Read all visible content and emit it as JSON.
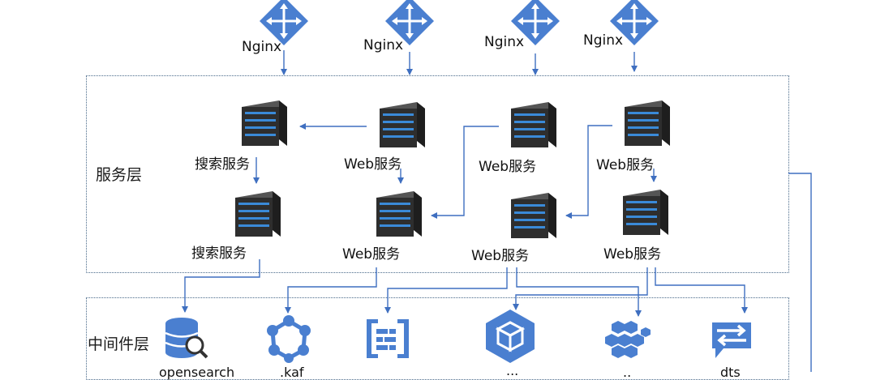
{
  "gateways": [
    {
      "label": "Nginx"
    },
    {
      "label": "Nginx"
    },
    {
      "label": "Nginx"
    },
    {
      "label": "Nginx"
    }
  ],
  "service_layer": {
    "label": "服务层",
    "top_nodes": [
      {
        "label": "搜索服务"
      },
      {
        "label": "Web服务"
      },
      {
        "label": "Web服务"
      },
      {
        "label": "Web服务"
      }
    ],
    "bottom_nodes": [
      {
        "label": "搜索服务"
      },
      {
        "label": "Web服务"
      },
      {
        "label": "Web服务"
      },
      {
        "label": "Web服务"
      }
    ]
  },
  "middleware_layer": {
    "label": "中间件层",
    "items": [
      {
        "icon": "database-search-icon",
        "label": "opensearch"
      },
      {
        "icon": "hexagon-network-icon",
        "label": ".kaf"
      },
      {
        "icon": "queue-bars-icon",
        "label": ""
      },
      {
        "icon": "cube-hexagon-icon",
        "label": "..."
      },
      {
        "icon": "cluster-grid-icon",
        "label": ".."
      },
      {
        "icon": "sync-chat-icon",
        "label": "dts"
      }
    ]
  },
  "colors": {
    "accent": "#4a7fd0",
    "connector": "#3f6fc0",
    "server_dark": "#2a2a2a",
    "server_led": "#3a8ad8"
  }
}
